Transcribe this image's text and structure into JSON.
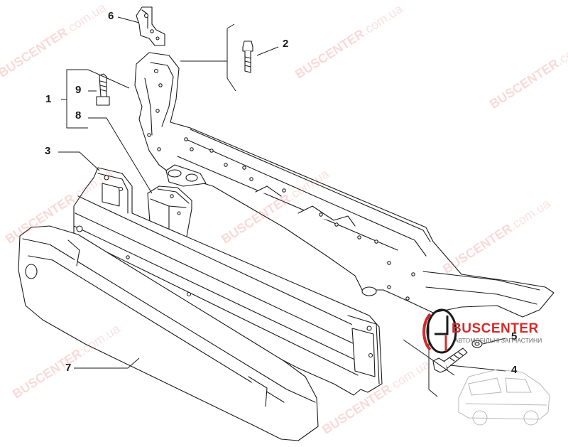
{
  "callouts": {
    "c1": "1",
    "c2": "2",
    "c3": "3",
    "c4": "4",
    "c5": "5",
    "c6": "6",
    "c7": "7",
    "c8": "8",
    "c9": "9"
  },
  "watermark": {
    "brand": "BUSCENTER",
    "domain": ".com.ua"
  },
  "logo": {
    "name": "BUSCENTER",
    "tagline": "АВТОМОБІЛЬНІ ЗАПЧАСТИНИ",
    "brand_color": "#d42a2a",
    "ring_color": "#1a1a1a"
  },
  "colors": {
    "line": "#1a1a1a",
    "watermark": "#e87878"
  }
}
